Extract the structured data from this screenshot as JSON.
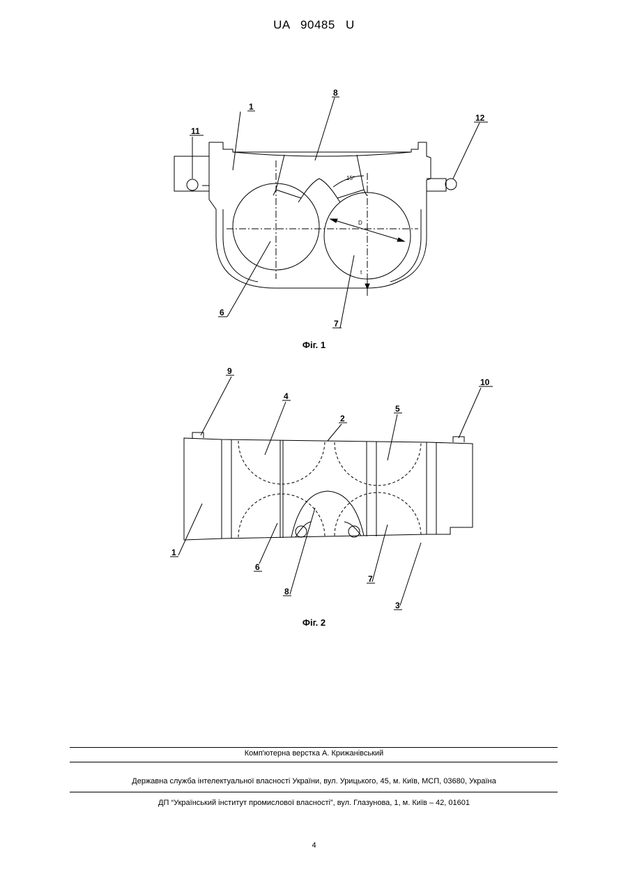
{
  "header": {
    "doc_number": "UA   90485   U"
  },
  "figure1": {
    "caption": "Фіг. 1",
    "labels": {
      "l1": "1",
      "l6": "6",
      "l7": "7",
      "l8": "8",
      "l11": "11",
      "l12": "12"
    },
    "dims": {
      "angle": "15°",
      "diameter": "D",
      "thickness": "t"
    }
  },
  "figure2": {
    "caption": "Фіг. 2",
    "labels": {
      "l1": "1",
      "l2": "2",
      "l3": "3",
      "l4": "4",
      "l5": "5",
      "l6": "6",
      "l7": "7",
      "l8": "8",
      "l9": "9",
      "l10": "10"
    }
  },
  "footer": {
    "layout_by": "Комп'ютерна верстка А. Крижанівський",
    "agency": "Державна служба інтелектуальної власності України, вул. Урицького, 45, м. Київ, МСП, 03680, Україна",
    "institute": "ДП “Український інститут промислової власності”, вул. Глазунова, 1, м. Київ – 42, 01601",
    "page_number": "4"
  }
}
